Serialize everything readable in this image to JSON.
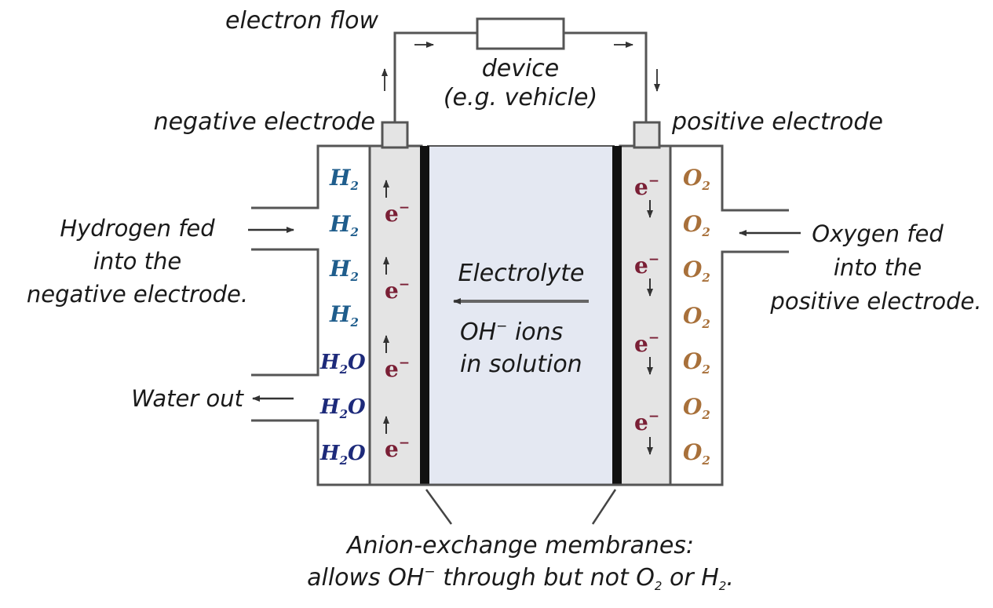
{
  "labels": {
    "electron_flow": "electron flow",
    "device_line1": "device",
    "device_line2": "(e.g. vehicle)",
    "negative_electrode": "negative electrode",
    "positive_electrode": "positive electrode",
    "hydrogen_fed_1": "Hydrogen fed",
    "hydrogen_fed_2": "into the",
    "hydrogen_fed_3": "negative electrode.",
    "oxygen_fed_1": "Oxygen fed",
    "oxygen_fed_2": "into the",
    "oxygen_fed_3": "positive electrode.",
    "water_out": "Water out",
    "electrolyte": "Electrolyte",
    "ions_main": "OH",
    "ions_sup": "−",
    "ions_rest": " ions",
    "in_solution": "in solution",
    "membrane_1": "Anion-exchange membranes:",
    "membrane_2_a": "allows OH",
    "membrane_2_sup": "−",
    "membrane_2_b": " through but not O",
    "membrane_2_sub1": "2",
    "membrane_2_c": " or H",
    "membrane_2_sub2": "2",
    "membrane_2_d": "."
  },
  "chem": {
    "h": "H",
    "o": "O",
    "e": "e",
    "sub2": "2",
    "minus": "−"
  },
  "colors": {
    "h2": "#1f5d8c",
    "h2o": "#1d2a7a",
    "o2": "#a8703a",
    "electron": "#7a1f35",
    "electrolyte_fill": "#e4e8f2",
    "electrode_fill": "#e4e4e4",
    "membrane": "#111111",
    "line": "#555555"
  }
}
